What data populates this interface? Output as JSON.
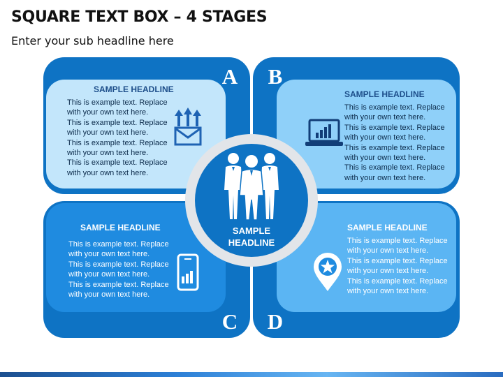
{
  "title": "SQUARE TEXT BOX – 4 STAGES",
  "subtitle": "Enter your sub headline here",
  "colors": {
    "outer_blue": "#0e73c4",
    "panel_a": "#c3e6fb",
    "panel_b": "#8fd0f9",
    "panel_c": "#1f8be0",
    "panel_d": "#5bb5f3",
    "center_ring": "#e2e5e9"
  },
  "center": {
    "label_line1": "SAMPLE",
    "label_line2": "HEADLINE",
    "icon": "business-team-icon"
  },
  "stages": {
    "a": {
      "letter": "A",
      "headline": "SAMPLE HEADLINE",
      "lines": [
        "This is example text. Replace",
        "with your own text here.",
        "This is example text. Replace",
        "with your own text here.",
        "This is example text. Replace",
        "with your own text here.",
        "This is example text. Replace",
        "with your own text here."
      ],
      "icon": "mail-send-icon"
    },
    "b": {
      "letter": "B",
      "headline": "SAMPLE HEADLINE",
      "lines": [
        "This is example text. Replace",
        "with your own text here.",
        "This is example text. Replace",
        "with your own text here.",
        "This is example text. Replace",
        "with your own text here.",
        "This is example text. Replace",
        "with your own text here."
      ],
      "icon": "laptop-chart-icon"
    },
    "c": {
      "letter": "C",
      "headline": "SAMPLE HEADLINE",
      "lines": [
        "This is example text. Replace",
        "with your own text here.",
        "This is example text. Replace",
        "with your own text here.",
        "This is example text. Replace",
        "with your own text here."
      ],
      "icon": "mobile-chart-icon"
    },
    "d": {
      "letter": "D",
      "headline": "SAMPLE HEADLINE",
      "lines": [
        "This is example text. Replace",
        "with your own text here.",
        "This is example text. Replace",
        "with your own text here.",
        "This is example text. Replace",
        "with your own text here."
      ],
      "icon": "location-star-icon"
    }
  }
}
